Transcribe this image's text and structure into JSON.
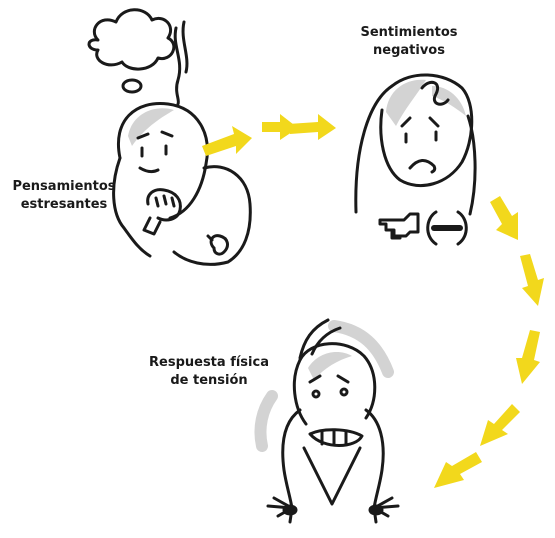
{
  "labels": {
    "stressful_thoughts": [
      "Pensamientos",
      "estresantes"
    ],
    "negative_feelings": [
      "Sentimientos",
      "negativos"
    ],
    "physical_response": [
      "Respuesta física",
      "de tensión"
    ]
  },
  "colors": {
    "ink": "#1a1a1a",
    "arrow": "#f2d81c",
    "shadow": "#d3d3d3"
  },
  "icons": [
    "thought-cloud",
    "steam-lines",
    "pointing-hand",
    "minus-sign"
  ]
}
